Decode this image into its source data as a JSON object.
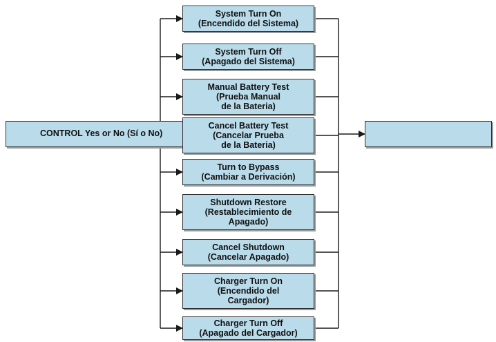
{
  "control": {
    "label": "CONTROL Yes or No (Sí o No)"
  },
  "commands": [
    {
      "lines": [
        "System Turn On",
        "(Encendido del Sistema)"
      ]
    },
    {
      "lines": [
        "System Turn Off",
        "(Apagado del Sistema)"
      ]
    },
    {
      "lines": [
        "Manual Battery Test",
        "(Prueba Manual",
        "de la Bateria)"
      ]
    },
    {
      "lines": [
        "Cancel Battery Test",
        "(Cancelar Prueba",
        "de la Bateria)"
      ]
    },
    {
      "lines": [
        "Turn to Bypass",
        "(Cambiar a Derivación)"
      ]
    },
    {
      "lines": [
        "Shutdown Restore",
        "(Restablecimiento de",
        "Apagado)"
      ]
    },
    {
      "lines": [
        "Cancel Shutdown",
        "(Cancelar Apagado)"
      ]
    },
    {
      "lines": [
        "Charger Turn On",
        "(Encendido del",
        "Cargador)"
      ]
    },
    {
      "lines": [
        "Charger Turn Off",
        "(Apagado del Cargador)"
      ]
    }
  ],
  "output": {
    "label": ""
  },
  "colors": {
    "box_fill": "#b9dbea",
    "line": "#1a1a1a"
  }
}
